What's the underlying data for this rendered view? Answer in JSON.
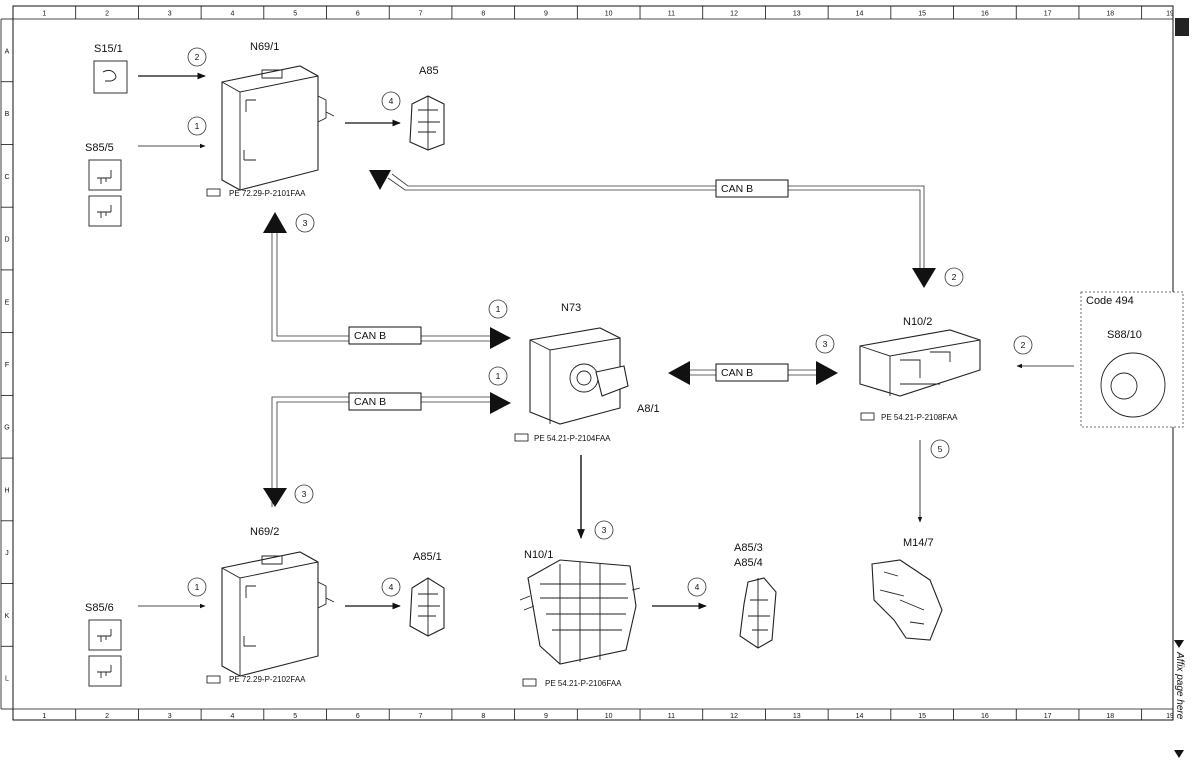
{
  "grid": {
    "columns": [
      "1",
      "2",
      "3",
      "4",
      "5",
      "6",
      "7",
      "8",
      "9",
      "10",
      "11",
      "12",
      "13",
      "14",
      "15",
      "16",
      "17",
      "18",
      "19"
    ],
    "rows": [
      "A",
      "B",
      "C",
      "D",
      "E",
      "F",
      "G",
      "H",
      "J",
      "K",
      "L"
    ]
  },
  "components": {
    "s15_1": "S15/1",
    "n69_1": "N69/1",
    "a85": "A85",
    "s85_5": "S85/5",
    "n73": "N73",
    "a8_1": "A8/1",
    "n10_2": "N10/2",
    "code494": "Code 494",
    "s88_10": "S88/10",
    "n69_2": "N69/2",
    "a85_1": "A85/1",
    "n10_1": "N10/1",
    "a85_3": "A85/3",
    "a85_4": "A85/4",
    "m14_7": "M14/7",
    "s85_6": "S85/6"
  },
  "refs": {
    "n69_1": "PE 72.29-P-2101FAA",
    "n73": "PE 54.21-P-2104FAA",
    "n10_2": "PE 54.21-P-2108FAA",
    "n69_2": "PE 72.29-P-2102FAA",
    "n10_1": "PE 54.21-P-2106FAA"
  },
  "bus_label": "CAN B",
  "numbers": {
    "s15_to_n69": "2",
    "s85_5_to_n69": "1",
    "n69_1_to_a85": "4",
    "n73_to_n69_1": "3",
    "n73_canb_upper": "1",
    "n73_canb_lower": "1",
    "n69_2_down": "3",
    "n73_n10_2": "3",
    "n10_2_top": "2",
    "s88_to_n10_2": "2",
    "n10_2_to_m14": "5",
    "n73_to_n10_1": "3",
    "s85_6_to_n69_2": "1",
    "n69_2_to_a85_1": "4",
    "n10_1_to_a85_3": "4"
  },
  "affix_text": "Affix page here"
}
